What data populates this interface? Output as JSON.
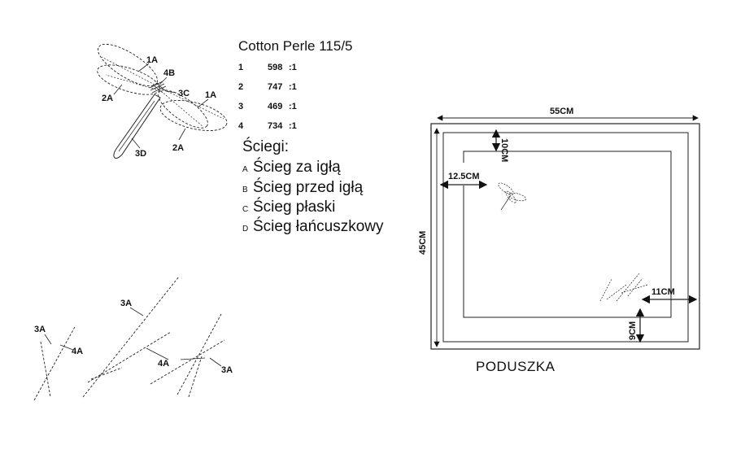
{
  "legend": {
    "title": "Cotton Perle 115/5",
    "colors": [
      {
        "num": "1",
        "code": "598",
        "ratio": ":1"
      },
      {
        "num": "2",
        "code": "747",
        "ratio": ":1"
      },
      {
        "num": "3",
        "code": "469",
        "ratio": ":1"
      },
      {
        "num": "4",
        "code": "734",
        "ratio": ":1"
      }
    ]
  },
  "stitches": {
    "title": "Ściegi:",
    "items": [
      {
        "key": "A",
        "name": "Ścieg za igłą"
      },
      {
        "key": "B",
        "name": "Ścieg przed igłą"
      },
      {
        "key": "C",
        "name": "Ścieg płaski"
      },
      {
        "key": "D",
        "name": "Ścieg łańcuszkowy"
      }
    ]
  },
  "dragonfly_labels": {
    "wing_upper": "1A",
    "head": "4B",
    "body_c": "3C",
    "wing_right": "1A",
    "wing_left": "2A",
    "wing_lower": "2A",
    "tail": "3D"
  },
  "grass_labels": {
    "l1": "3A",
    "l2": "4A",
    "l3": "3A",
    "l4": "4A",
    "l5": "3A"
  },
  "pillow": {
    "title": "PODUSZKA",
    "width": "55CM",
    "height": "45CM",
    "top_margin": "10CM",
    "left_margin": "12.5CM",
    "right_margin": "11CM",
    "bottom_margin": "9CM"
  }
}
